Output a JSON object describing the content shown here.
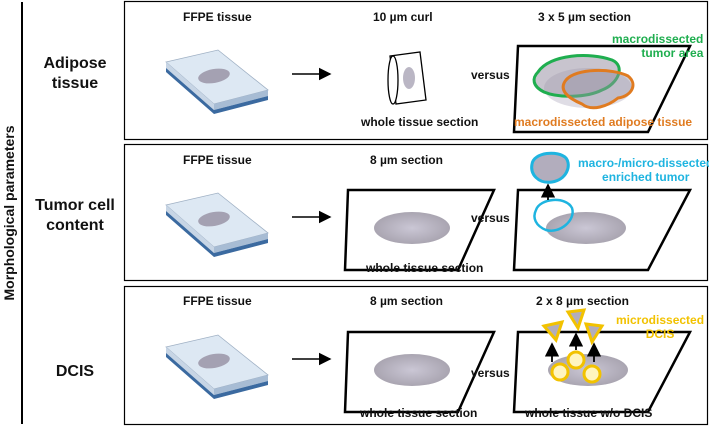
{
  "axis_label": "Morphological parameters",
  "rows": [
    {
      "title_lines": [
        "Adipose",
        "tissue"
      ],
      "labels": {
        "ffpe": "FFPE tissue",
        "col2_top": "10 µm curl",
        "col2_bottom": "whole tissue section",
        "versus": "versus",
        "col3_top": "3 x 5 µm section",
        "annot_green_1": "macrodissected",
        "annot_green_2": "tumor area",
        "annot_orange": "macrodissected adipose tissue"
      }
    },
    {
      "title_lines": [
        "Tumor cell",
        "content"
      ],
      "labels": {
        "ffpe": "FFPE tissue",
        "col2_top": "8 µm section",
        "col2_bottom": "whole tissue section",
        "versus": "versus",
        "annot_blue_1": "macro-/micro-dissected",
        "annot_blue_2": "enriched tumor"
      }
    },
    {
      "title_lines": [
        "DCIS"
      ],
      "labels": {
        "ffpe": "FFPE tissue",
        "col2_top": "8 µm section",
        "col2_bottom": "whole tissue section",
        "versus": "versus",
        "col3_top": "2 x 8 µm section",
        "col3_bottom": "whole tissue w/o DCIS",
        "annot_yellow_1": "microdissected",
        "annot_yellow_2": "DCIS"
      }
    }
  ],
  "colors": {
    "green": "#1fae4f",
    "orange": "#e07b20",
    "blue": "#1eb4e0",
    "yellow": "#f2c200",
    "block_side": "#3b6aa0",
    "block_top": "#dde8f3"
  }
}
